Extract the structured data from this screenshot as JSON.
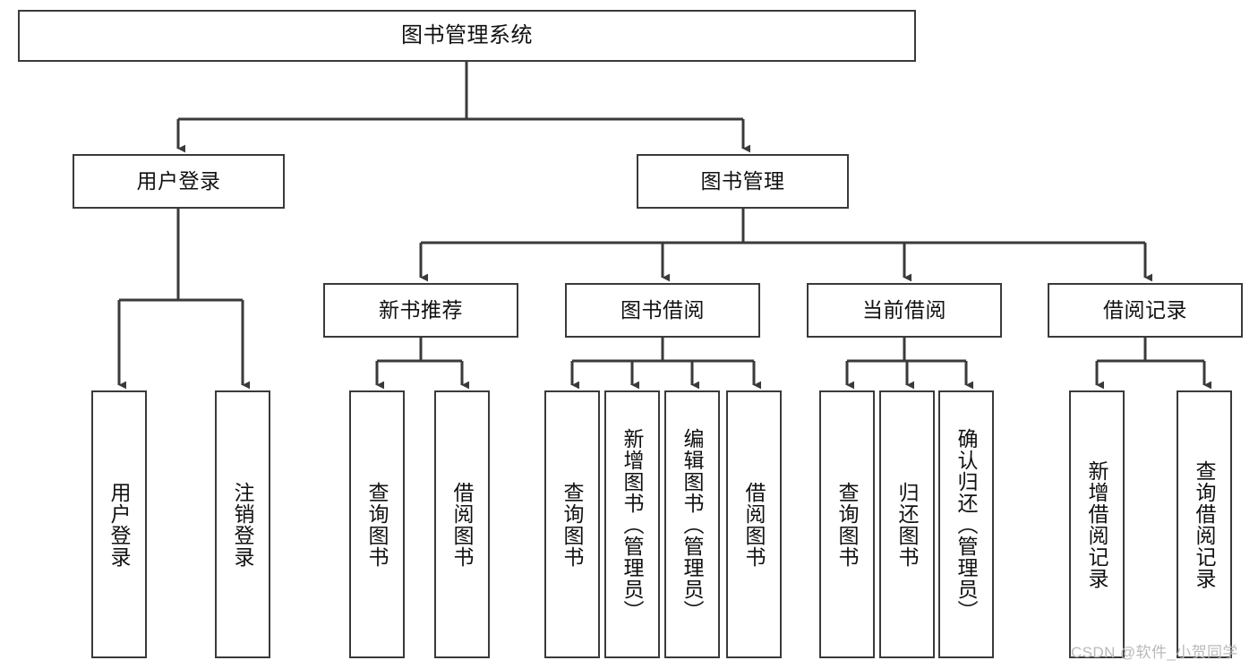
{
  "diagram": {
    "title": "图书管理系统",
    "type": "tree-hierarchy-chart",
    "root": {
      "label": "图书管理系统"
    },
    "level2": [
      {
        "label": "用户登录"
      },
      {
        "label": "图书管理"
      }
    ],
    "level3": [
      {
        "label": "新书推荐"
      },
      {
        "label": "图书借阅"
      },
      {
        "label": "当前借阅"
      },
      {
        "label": "借阅记录"
      }
    ],
    "leaves": {
      "user_login": [
        {
          "label": "用户登录"
        },
        {
          "label": "注销登录"
        }
      ],
      "new_book_recommend": [
        {
          "label": "查询图书"
        },
        {
          "label": "借阅图书"
        }
      ],
      "book_borrow": [
        {
          "label": "查询图书"
        },
        {
          "label": "新增图书（管理员）"
        },
        {
          "label": "编辑图书（管理员）"
        },
        {
          "label": "借阅图书"
        }
      ],
      "current_borrow": [
        {
          "label": "查询图书"
        },
        {
          "label": "归还图书"
        },
        {
          "label": "确认归还（管理员）"
        }
      ],
      "borrow_record": [
        {
          "label": "新增借阅记录"
        },
        {
          "label": "查询借阅记录"
        }
      ]
    }
  },
  "watermark": {
    "text": "CSDN @软件_小贺同学"
  },
  "colors": {
    "stroke": "#3a3a3a",
    "background": "#ffffff",
    "text": "#111111",
    "watermark": "#b9b9b9"
  }
}
